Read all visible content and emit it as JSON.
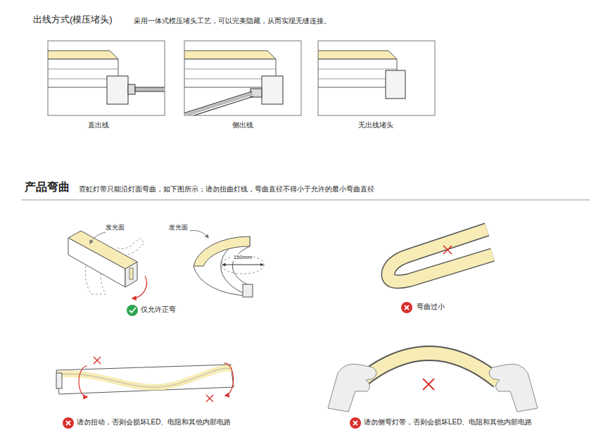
{
  "diagram": {
    "labels": [
      "出线方式(模压堵头)",
      "采用一体式模压堵头工艺，可以完美隐藏，从而实现无缝连接。",
      "直出线",
      "侧出线",
      "无出线堵头",
      "产品弯曲",
      "霓虹灯带只能沿灯面弯曲，如下图所示；请勿扭曲灯线，弯曲直径不得小于允许的最小弯曲直径",
      "发光面",
      "发光面",
      "150mm",
      "仅允许正弯",
      "弯曲过小",
      "请勿扭动，否则会损坏LED、电阻和其他内部电路",
      "请勿侧弯灯带，否则会损坏LED、电阻和其他内部电路"
    ]
  }
}
